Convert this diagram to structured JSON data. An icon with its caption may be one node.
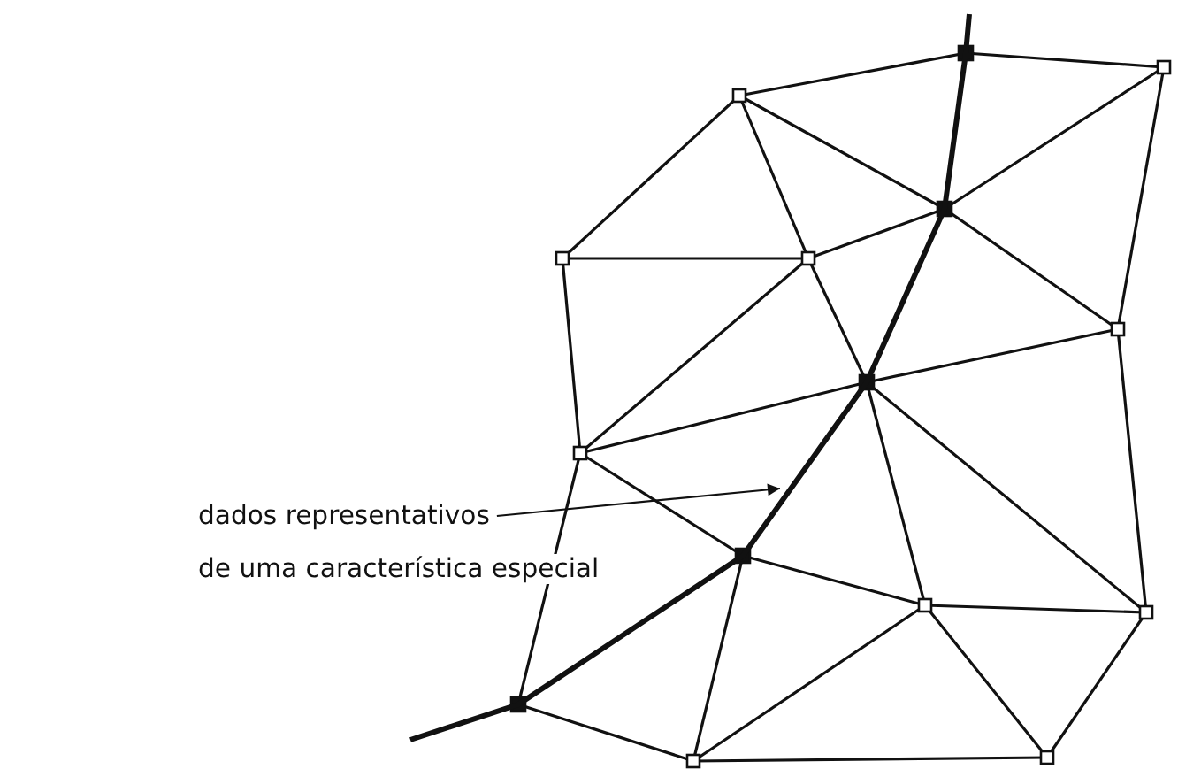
{
  "diagram": {
    "nodes": [
      {
        "text": [
          "dados representativos de uma característica especial"
        ]
      },
      {
        "text": [],
        "shape": "line"
      }
    ],
    "edges": [
      {
        "from": 0,
        "to": 1,
        "arrow": "to"
      }
    ]
  }
}
